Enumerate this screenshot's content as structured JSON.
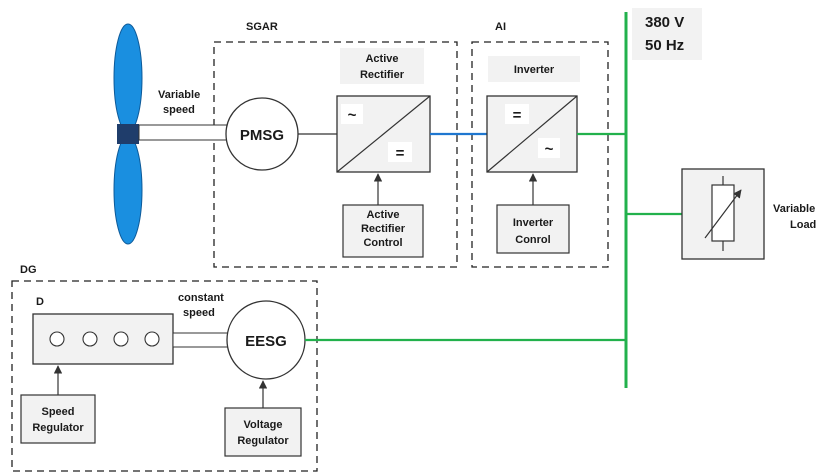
{
  "groups": {
    "sgar": "SGAR",
    "ai": "AI",
    "dg": "DG",
    "d": "D"
  },
  "grid": {
    "line1": "380 V",
    "line2": "50 Hz"
  },
  "turbine": {
    "label_line1": "Variable",
    "label_line2": "speed"
  },
  "pmsg": {
    "label": "PMSG"
  },
  "rectifier": {
    "title_line1": "Active",
    "title_line2": "Rectifier",
    "sym_in": "~",
    "sym_out": "="
  },
  "rectifier_control": {
    "line1": "Active",
    "line2": "Rectifier",
    "line3": "Control"
  },
  "inverter": {
    "title": "Inverter",
    "sym_in": "=",
    "sym_out": "~"
  },
  "inverter_control": {
    "line1": "Inverter",
    "line2": "Conrol"
  },
  "load": {
    "line1": "Variable",
    "line2": "Load"
  },
  "diesel": {
    "shaft_line1": "constant",
    "shaft_line2": "speed"
  },
  "eesg": {
    "label": "EESG"
  },
  "speed_regulator": {
    "line1": "Speed",
    "line2": "Regulator"
  },
  "voltage_regulator": {
    "line1": "Voltage",
    "line2": "Regulator"
  },
  "colors": {
    "blade": "#1a8fe0",
    "hub": "#1f3d6b",
    "dc_link": "#1f77d0",
    "ac_line": "#22b14c",
    "box_fill": "#f2f2f2",
    "stroke": "#333333"
  }
}
